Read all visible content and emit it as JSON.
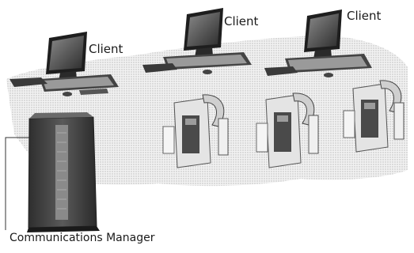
{
  "labels": {
    "client_left": "Client",
    "client_middle": "Client",
    "client_right": "Client",
    "server": "Communications Manager"
  },
  "nodes": [
    {
      "id": "client-left",
      "kind": "workstation",
      "icon": "desktop-computer-icon"
    },
    {
      "id": "client-middle",
      "kind": "workstation",
      "icon": "desktop-computer-icon"
    },
    {
      "id": "client-right",
      "kind": "workstation",
      "icon": "desktop-computer-icon"
    },
    {
      "id": "phone-1",
      "kind": "ip-phone",
      "icon": "telephone-icon"
    },
    {
      "id": "phone-2",
      "kind": "ip-phone",
      "icon": "telephone-icon"
    },
    {
      "id": "phone-3",
      "kind": "ip-phone",
      "icon": "telephone-icon"
    },
    {
      "id": "communications-manager",
      "kind": "server",
      "icon": "server-tower-icon"
    }
  ],
  "colors": {
    "network_cloud": "#e6e6e6",
    "device_dark": "#3a3a3a",
    "device_light": "#d8d8d8",
    "line": "#333333"
  }
}
